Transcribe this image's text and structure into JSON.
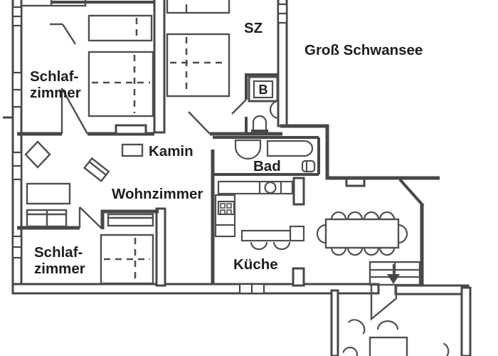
{
  "colors": {
    "wall": "#474747",
    "furn": "#4f4f4f",
    "ink": "#1e1e1e",
    "bg": "#ffffff"
  },
  "labels": {
    "location": "Groß Schwansee",
    "bedroom_top_line1": "Schlaf-",
    "bedroom_top_line2": "zimmer",
    "sz": "SZ",
    "kamin": "Kamin",
    "bad": "Bad",
    "wohnzimmer": "Wohnzimmer",
    "bedroom_bottom_line1": "Schlaf-",
    "bedroom_bottom_line2": "zimmer",
    "kueche": "Küche",
    "boiler": "B"
  }
}
